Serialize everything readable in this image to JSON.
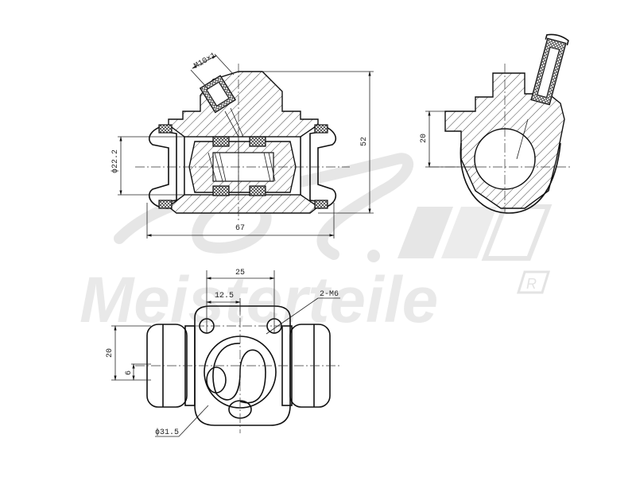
{
  "drawing": {
    "subject": "Brake wheel cylinder technical drawing",
    "views": {
      "front_section": {
        "thread_label": "M10×1",
        "bore_diameter_label": "ϕ22.2",
        "height_label": "52",
        "length_label": "67"
      },
      "side_section": {
        "offset_label": "20"
      },
      "top_view": {
        "bolt_spacing_label": "25",
        "half_spacing_label": "12.5",
        "bolt_label": "2-M6",
        "height_label": "20",
        "inlet_offset_label": "6",
        "flange_diameter_label": "ϕ31.5"
      }
    }
  },
  "watermark": {
    "brand_text": "Meisterteile",
    "registered_mark": "R",
    "logo_initials": "A.L."
  },
  "colors": {
    "line": "#111111",
    "watermark": "#e9e9e9",
    "background": "#ffffff"
  }
}
